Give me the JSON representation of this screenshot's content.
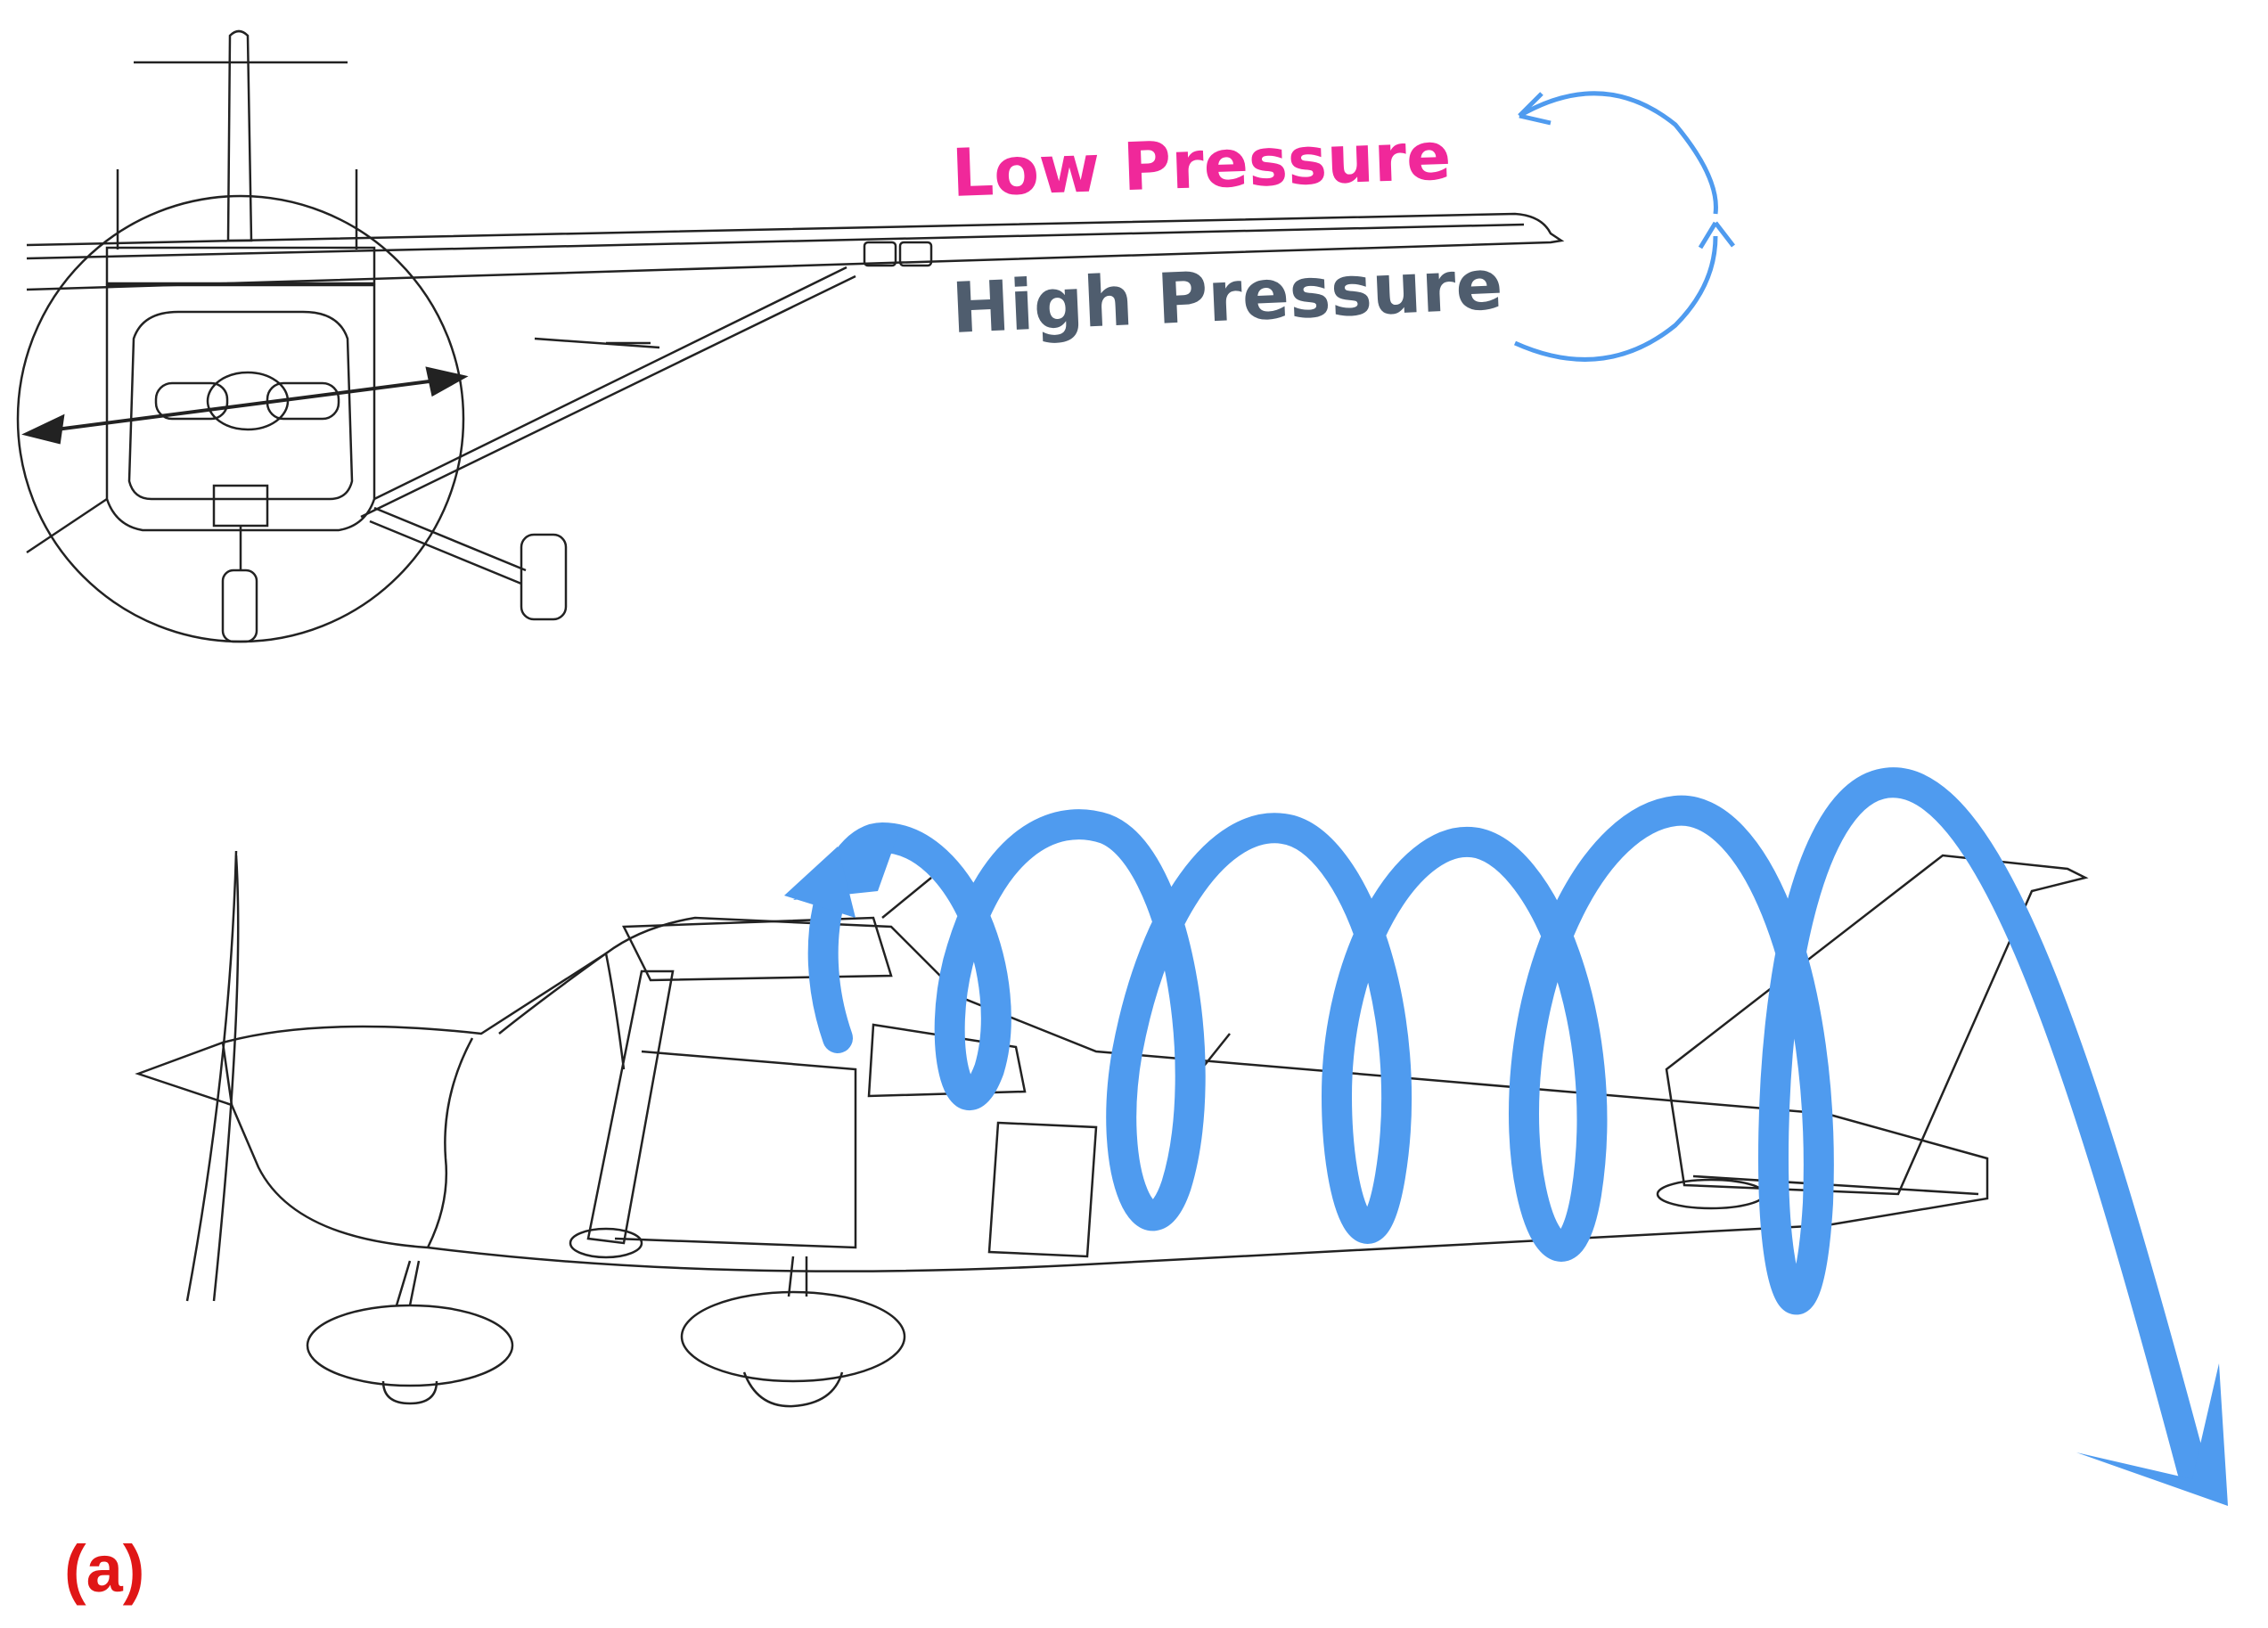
{
  "labels": {
    "low_pressure": "Low Pressure",
    "high_pressure": "High Pressure",
    "panel_label": "(a)"
  },
  "colors": {
    "low_pressure": "#f0289a",
    "high_pressure": "#4f5d6e",
    "panel_label": "#e01616",
    "vortex": "#4f9bef",
    "line_art": "#222222"
  }
}
